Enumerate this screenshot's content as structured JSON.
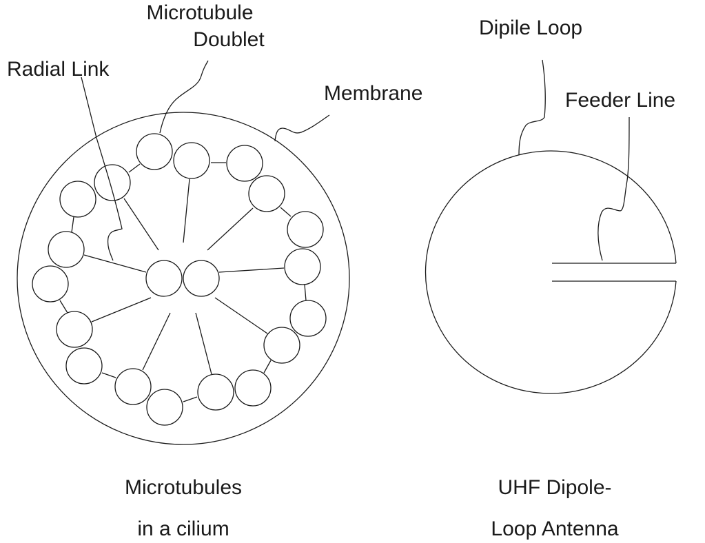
{
  "labels": {
    "microtubule_doublet_line1": "Microtubule",
    "microtubule_doublet_line2": "Doublet",
    "radial_link": "Radial Link",
    "membrane": "Membrane",
    "dipile_loop": "Dipile Loop",
    "feeder_line": "Feeder Line"
  },
  "captions": {
    "cilium_line1": "Microtubules",
    "cilium_line2": "in a cilium",
    "antenna_line1": "UHF Dipole-",
    "antenna_line2": "Loop Antenna"
  }
}
